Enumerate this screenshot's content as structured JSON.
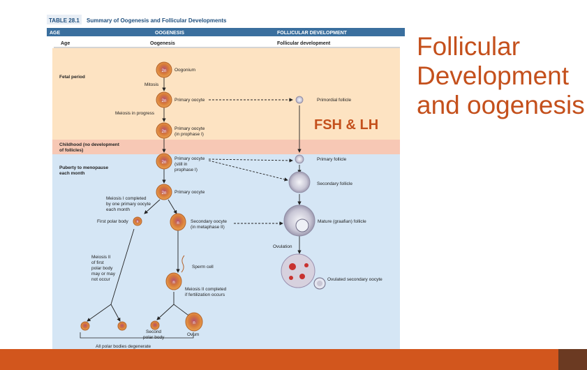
{
  "slide": {
    "title_lines": [
      "Follicular",
      "Development",
      "and oogenesis"
    ],
    "annotation": "FSH & LH",
    "accent_color": "#c4501c"
  },
  "table": {
    "number": "TABLE 28.1",
    "caption": "Summary of Oogenesis and Follicular Developments",
    "header_bar": {
      "age": "AGE",
      "oogenesis": "OOGENESIS",
      "follicular": "FOLLICULAR DEVELOPMENT"
    },
    "subheader": {
      "age": "Age",
      "oogenesis": "Oogenesis",
      "follicular": "Follicular development"
    },
    "colors": {
      "fetal": "#fde3c2",
      "childhood": "#f7c8b5",
      "puberty": "#d5e6f5",
      "header_bar": "#3a6f9e",
      "cell": "#d9742a"
    }
  },
  "periods": {
    "fetal": "Fetal period",
    "childhood_1": "Childhood (no development",
    "childhood_2": "of follicles)",
    "puberty_1": "Puberty to menopause",
    "puberty_2": "each month"
  },
  "labels": {
    "oogonium": "Oogonium",
    "mitosis": "Mitosis",
    "primary_oocyte_1": "Primary oocyte",
    "meiosis_in_progress": "Meiosis in progress",
    "primary_oocyte_prophase_1": "Primary oocyte",
    "primary_oocyte_prophase_2": "(in prophase I)",
    "primary_oocyte_still_1": "Primary oocyte",
    "primary_oocyte_still_2": "(still in",
    "primary_oocyte_still_3": "prophase I)",
    "primary_oocyte_2": "Primary oocyte",
    "meiosis1_1": "Meiosis I completed",
    "meiosis1_2": "by one primary oocyte",
    "meiosis1_3": "each month",
    "first_polar_body": "First polar body",
    "secondary_oocyte_1": "Secondary oocyte",
    "secondary_oocyte_2": "(in metaphase II)",
    "meiosis2_first_1": "Meiosis II",
    "meiosis2_first_2": "of first",
    "meiosis2_first_3": "polar body",
    "meiosis2_first_4": "may or may",
    "meiosis2_first_5": "not occur",
    "sperm_cell": "Sperm cell",
    "meiosis2_completed_1": "Meiosis II completed",
    "meiosis2_completed_2": "if fertilization occurs",
    "second_polar_body_1": "Second",
    "second_polar_body_2": "polar body",
    "ovum": "Ovum",
    "all_polar_bodies": "All polar bodies degenerate",
    "primordial_follicle": "Primordial follicle",
    "primary_follicle": "Primary follicle",
    "secondary_follicle": "Secondary follicle",
    "mature_follicle": "Mature (graafian) follicle",
    "ovulation": "Ovulation",
    "ovulated_secondary_oocyte": "Ovulated secondary oocyte",
    "cell_2n": "2n",
    "cell_n": "n"
  }
}
